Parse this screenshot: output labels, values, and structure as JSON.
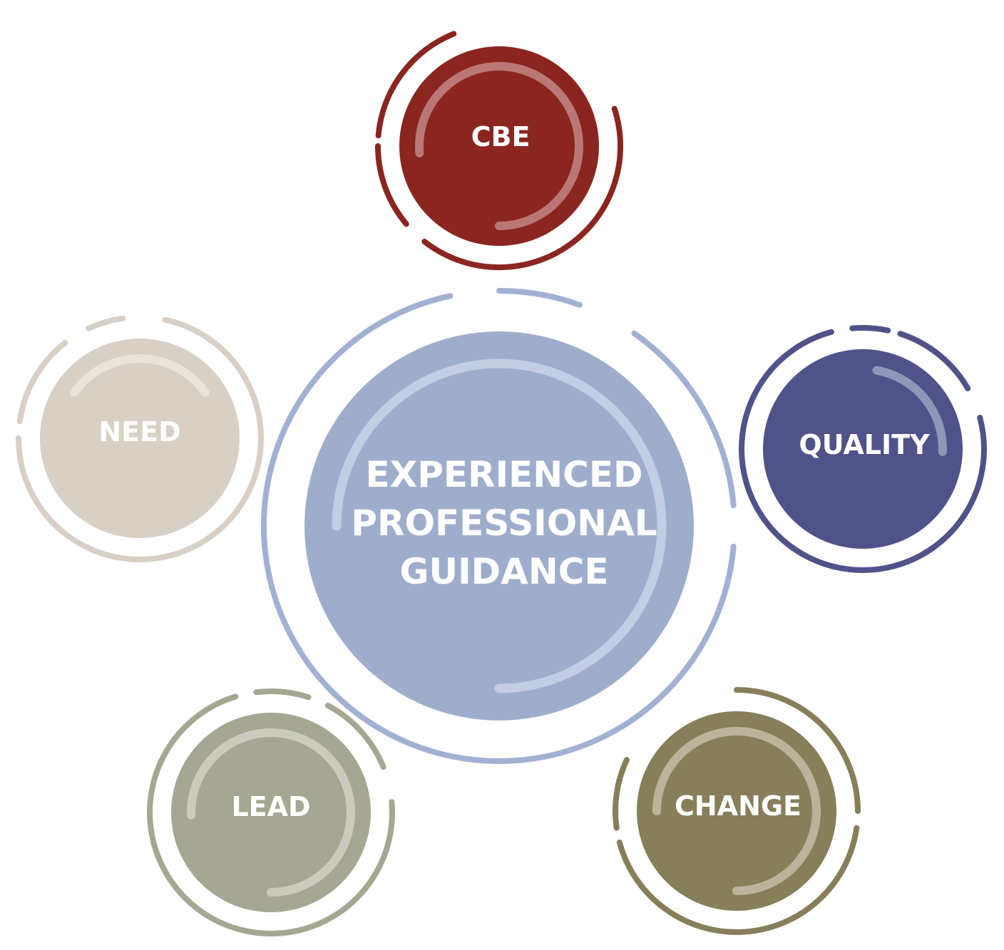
{
  "center": {
    "lines": [
      "EXPERIENCED",
      "PROFESSIONAL",
      "GUIDANCE"
    ],
    "color": "#9fadcd",
    "ring_color": "#a2b1d3",
    "highlight_color": "#c3cde3"
  },
  "nodes": [
    {
      "id": "cbe",
      "label": "CBE",
      "color": "#8b2520",
      "ring_color": "#8b2520",
      "highlight_color": "#b97875"
    },
    {
      "id": "quality",
      "label": "QUALITY",
      "color": "#4f5389",
      "ring_color": "#4f5389",
      "highlight_color": "#9195b8"
    },
    {
      "id": "change",
      "label": "CHANGE",
      "color": "#877e5a",
      "ring_color": "#877e5a",
      "highlight_color": "#bbb49c"
    },
    {
      "id": "lead",
      "label": "LEAD",
      "color": "#a6a792",
      "ring_color": "#a6a792",
      "highlight_color": "#cbcbbd"
    },
    {
      "id": "need",
      "label": "NEED",
      "color": "#d8d0c5",
      "ring_color": "#d8d0c5",
      "highlight_color": "#e8e3db"
    }
  ]
}
